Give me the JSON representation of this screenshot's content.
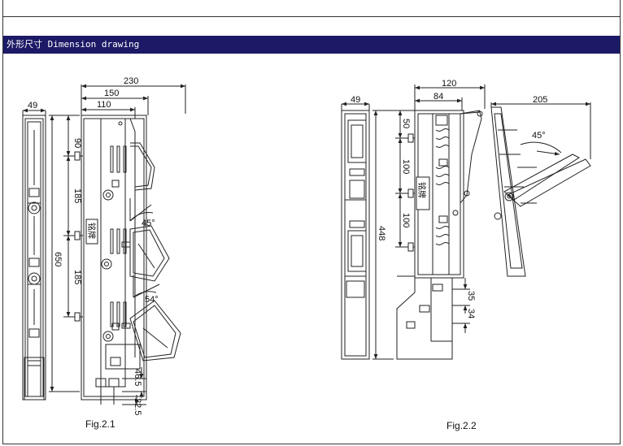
{
  "header": {
    "title": "外形尺寸 Dimension drawing"
  },
  "figure1": {
    "caption": "Fig.2.1",
    "dims": {
      "d49": "49",
      "d230": "230",
      "d150": "150",
      "d110": "110",
      "d90": "90",
      "d185a": "185",
      "d650": "650",
      "d185b": "185",
      "d46": "46.5",
      "d22": "22.5",
      "a45": "45°",
      "a54": "54°"
    },
    "nameplate": "铭牌"
  },
  "figure2": {
    "caption": "Fig.2.2",
    "dims": {
      "d49": "49",
      "d120": "120",
      "d84": "84",
      "d205": "205",
      "d50": "50",
      "d100a": "100",
      "d100b": "100",
      "d448": "448",
      "d35": "35",
      "d34": "34",
      "a45": "45°"
    },
    "nameplate": "铭牌"
  },
  "colors": {
    "header_bg": "#1c1a66",
    "header_text": "#ffffff",
    "line": "#222222"
  }
}
